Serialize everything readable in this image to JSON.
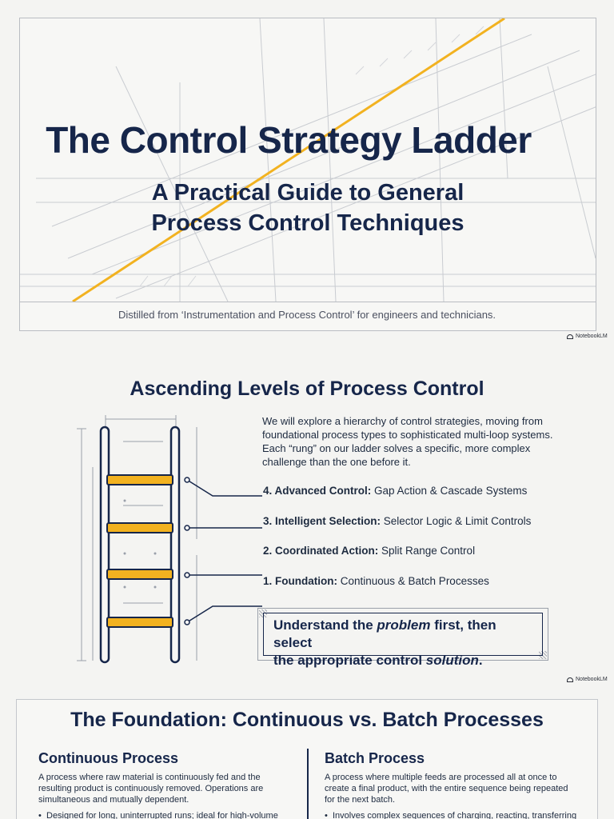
{
  "slide1": {
    "title": "The Control Strategy Ladder",
    "subtitle_line1": "A Practical Guide to General",
    "subtitle_line2": "Process Control Techniques",
    "caption": "Distilled from ‘Instrumentation and Process Control’ for engineers and technicians.",
    "badge": "NotebookLM"
  },
  "slide2": {
    "title": "Ascending Levels of Process Control",
    "intro": "We will explore a hierarchy of control strategies, moving from foundational process types to sophisticated multi-loop systems. Each “rung” on our ladder solves a specific, more complex challenge than the one before it.",
    "levels": [
      {
        "bold": "4. Advanced Control:",
        "text": " Gap Action & Cascade Systems"
      },
      {
        "bold": "3. Intelligent Selection:",
        "text": " Selector Logic & Limit Controls"
      },
      {
        "bold": "2. Coordinated Action:",
        "text": " Split Range Control"
      },
      {
        "bold": "1. Foundation:",
        "text": " Continuous & Batch Processes"
      }
    ],
    "takeaway": {
      "part1": "Understand the ",
      "em1": "problem",
      "part2": " first, then select",
      "part3": "the appropriate control ",
      "em2": "solution",
      "part4": "."
    },
    "badge": "NotebookLM",
    "colors": {
      "rung": "#f2b220",
      "rail": "#16264a"
    }
  },
  "slide3": {
    "title": "The Foundation: Continuous vs. Batch Processes",
    "continuous": {
      "heading": "Continuous Process",
      "description": "A process where raw material is continuously fed and the resulting product is continuously removed. Operations are simultaneous and mutually dependent.",
      "bullet": "Designed for long, uninterrupted runs; ideal for high-volume"
    },
    "batch": {
      "heading": "Batch Process",
      "description": "A process where multiple feeds are processed all at once to create a final product, with the entire sequence being repeated for the next batch.",
      "bullet": "Involves complex sequences of charging, reacting, transferring"
    }
  }
}
